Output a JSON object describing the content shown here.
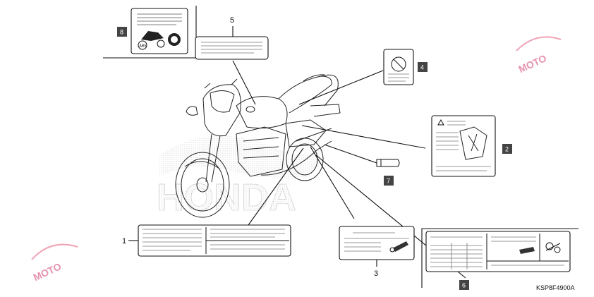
{
  "diagram": {
    "callouts": [
      "1",
      "2",
      "3",
      "4",
      "5",
      "6",
      "7",
      "8"
    ],
    "reference_code": "KSP8F4900A",
    "watermark_text": "MOTO",
    "brand_text": "HONDA",
    "colors": {
      "line": "#111111",
      "label_fill": "#ffffff",
      "number_box": "#444444",
      "watermark": "#d53a6b",
      "stipple": "#cfcfcf"
    },
    "icons": [
      "warning-triangle-icon",
      "motorcycle-icon",
      "abs-icon",
      "key-icon",
      "no-entry-icon"
    ]
  }
}
